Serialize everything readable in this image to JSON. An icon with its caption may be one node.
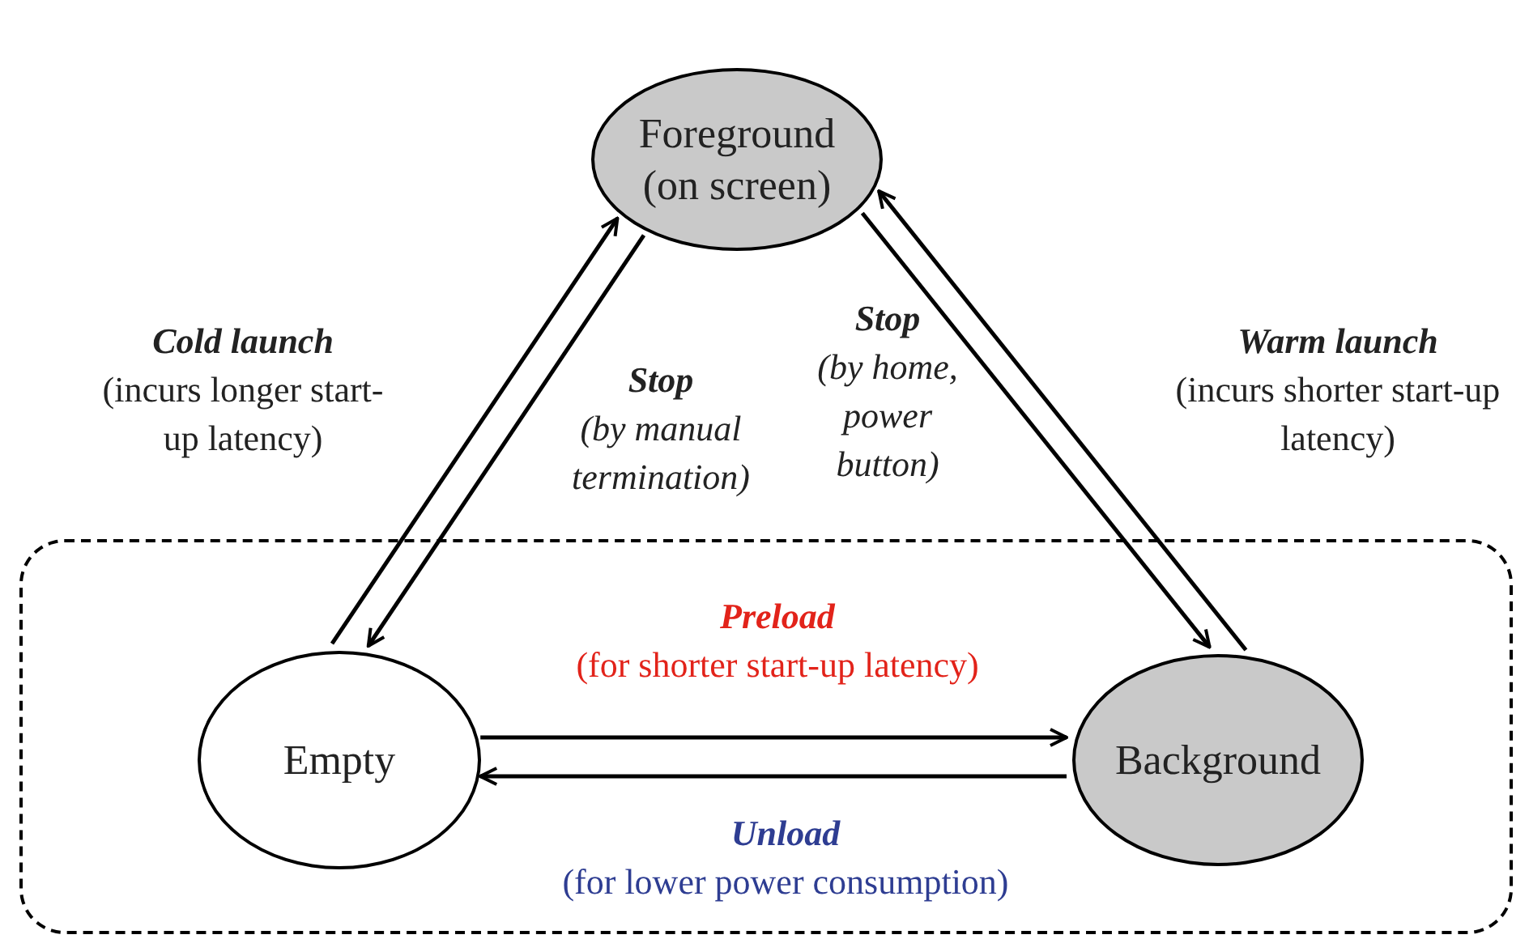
{
  "diagram": {
    "nodes": [
      {
        "text": [
          "Foreground (on screen)"
        ]
      },
      {
        "text": [],
        "shape": "box"
      },
      {
        "text": [
          "Empty"
        ],
        "in": 1
      },
      {
        "text": [
          "Background"
        ],
        "in": 1
      }
    ],
    "edges": [
      {
        "from": 2,
        "to": 0,
        "arrow": "to",
        "label": "**Cold launch** (incurs longer start-up latency)"
      },
      {
        "from": 0,
        "to": 2,
        "arrow": "to",
        "label": "**Stop** *(by manual termination)*"
      },
      {
        "from": 0,
        "to": 3,
        "arrow": "to",
        "label": "**Stop** *(by home, power button)*"
      },
      {
        "from": 3,
        "to": 0,
        "arrow": "to",
        "label": "**Warm launch** (incurs shorter start-up latency)"
      },
      {
        "from": 2,
        "to": 3,
        "arrow": "to",
        "label": "**Preload** (for shorter start-up latency)"
      },
      {
        "from": 3,
        "to": 2,
        "arrow": "to",
        "label": "**Unload** (for lower power consumption)"
      }
    ]
  }
}
